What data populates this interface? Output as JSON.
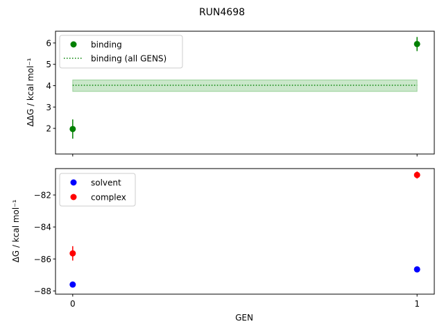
{
  "figure": {
    "title": "RUN4698",
    "xlabel": "GEN"
  },
  "chart_data": [
    {
      "type": "scatter",
      "panel": "top",
      "ylabel": "ΔΔG / kcal mol⁻¹",
      "xlim": [
        -0.05,
        1.05
      ],
      "ylim": [
        0.8,
        6.55
      ],
      "yticks": [
        2,
        3,
        4,
        5,
        6
      ],
      "xticks": [
        0,
        1
      ],
      "grid": false,
      "legend": "upper-left",
      "series": [
        {
          "name": "binding",
          "kind": "points",
          "color": "#008000",
          "x": [
            0,
            1
          ],
          "y": [
            1.97,
            5.95
          ],
          "yerr": [
            0.45,
            0.33
          ]
        },
        {
          "name": "binding (all GENS)",
          "kind": "hline",
          "color": "#008000",
          "style": "dotted",
          "x": [
            0,
            1
          ],
          "y": 4.02,
          "band": [
            3.73,
            4.27
          ],
          "band_color": "#2ca02c"
        }
      ]
    },
    {
      "type": "scatter",
      "panel": "bottom",
      "ylabel": "ΔG / kcal mol⁻¹",
      "xlim": [
        -0.05,
        1.05
      ],
      "ylim": [
        -88.2,
        -80.35
      ],
      "yticks": [
        -82,
        -84,
        -86,
        -88
      ],
      "xticks": [
        0,
        1
      ],
      "grid": false,
      "legend": "upper-left",
      "series": [
        {
          "name": "solvent",
          "kind": "points",
          "color": "#0000ff",
          "x": [
            0,
            1
          ],
          "y": [
            -87.6,
            -86.65
          ],
          "yerr": [
            0.05,
            0.05
          ]
        },
        {
          "name": "complex",
          "kind": "points",
          "color": "#ff0000",
          "x": [
            0,
            1
          ],
          "y": [
            -85.65,
            -80.75
          ],
          "yerr": [
            0.45,
            0.22
          ]
        }
      ]
    }
  ]
}
